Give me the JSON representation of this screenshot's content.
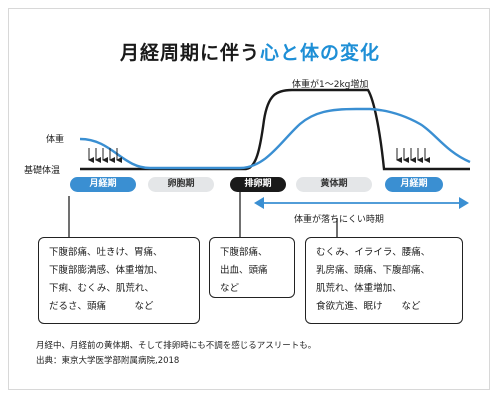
{
  "title": {
    "part1": "月経周期に伴う",
    "part2": "心と体の変化"
  },
  "labels": {
    "weight": "体重",
    "bbt": "基礎体温",
    "weight_gain": "体重が1～2kg増加",
    "weight_hard": "体重が落ちにくい時期"
  },
  "phases": {
    "menstrual1": "月経期",
    "follicular": "卵胞期",
    "ovulation": "排卵期",
    "luteal": "黄体期",
    "menstrual2": "月経期"
  },
  "symptoms": {
    "menstrual": [
      "下腹部痛、吐きけ、胃痛、",
      "下腹部膨満感、体重増加、",
      "下痢、むくみ、肌荒れ、",
      "だるさ、頭痛　　　など"
    ],
    "ovulation": [
      "下腹部痛、",
      "出血、頭痛",
      "など"
    ],
    "luteal": [
      "むくみ、イライラ、腰痛、",
      "乳房痛、頭痛、下腹部痛、",
      "肌荒れ、体重増加、",
      "食欲亢進、眠け　　など"
    ]
  },
  "notes": {
    "caption": "月経中、月経前の黄体期、そして排卵時にも不調を感じるアスリートも。",
    "source": "出典：東京大学医学部附属病院,2018"
  },
  "colors": {
    "accent": "#1e8fd6",
    "pill_blue": "#3a8fd2",
    "dark": "#1a1a1a"
  }
}
